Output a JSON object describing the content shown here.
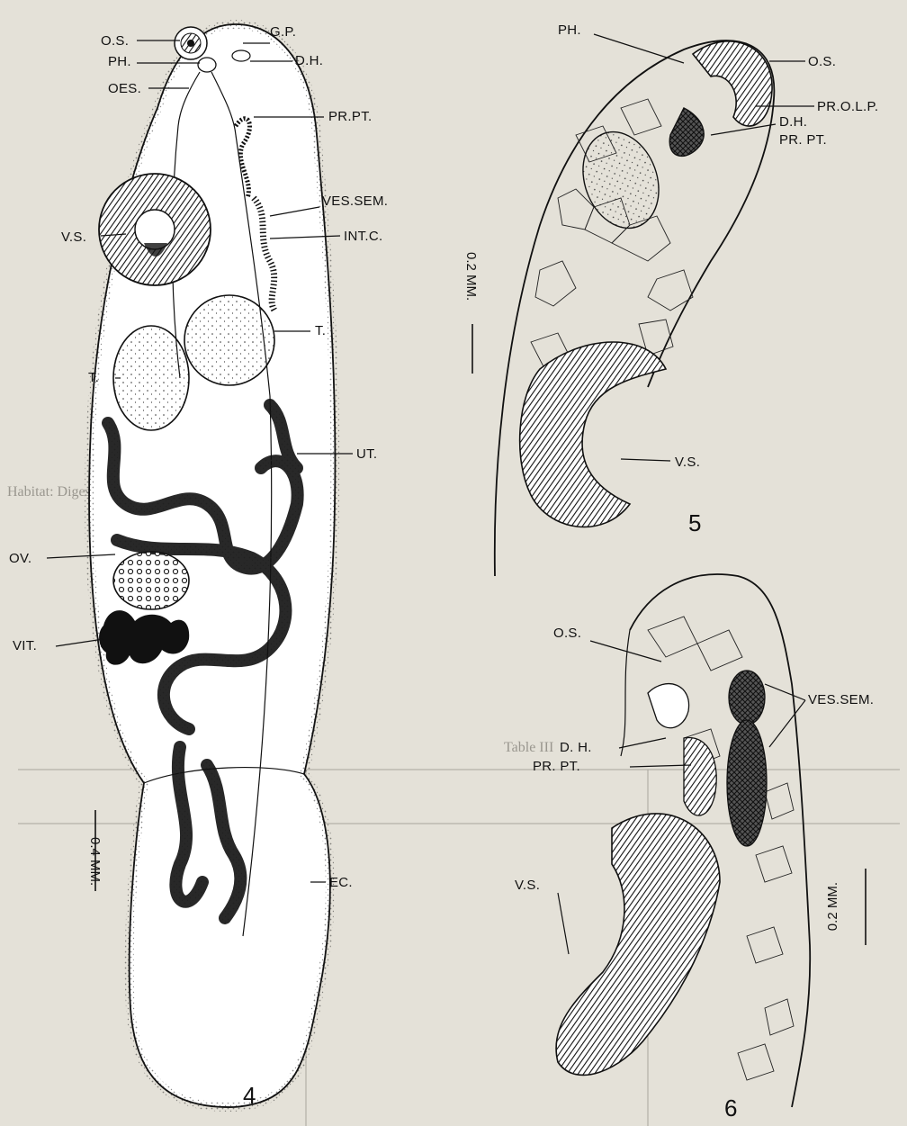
{
  "page": {
    "bg_color": "#e4e1d8",
    "ink_color": "#111111"
  },
  "background_text": {
    "line1": "Habitat: Digestive tract.",
    "line2": "Table III"
  },
  "figure4": {
    "number": "4",
    "labels": {
      "os": "O.S.",
      "gp": "G.P.",
      "ph": "PH.",
      "dh": "D.H.",
      "oes": "OES.",
      "prpt": "PR.PT.",
      "vs": "V.S.",
      "vessem": "VES.SEM.",
      "intc": "INT.C.",
      "t1": "T.",
      "t2": "T.",
      "ut": "UT.",
      "ov": "OV.",
      "vit": "VIT.",
      "ec": "EC."
    },
    "scale_upper": "0.2 MM.",
    "scale_lower": "0.4 MM."
  },
  "figure5": {
    "number": "5",
    "labels": {
      "ph": "PH.",
      "os": "O.S.",
      "prolp": "PR.O.L.P.",
      "dh": "D.H.",
      "prpt": "PR. PT.",
      "vs": "V.S."
    }
  },
  "figure6": {
    "number": "6",
    "labels": {
      "os": "O.S.",
      "vessem": "VES.SEM.",
      "dh": "D. H.",
      "prpt": "PR. PT.",
      "vs": "V.S."
    },
    "scale": "0.2 MM."
  }
}
